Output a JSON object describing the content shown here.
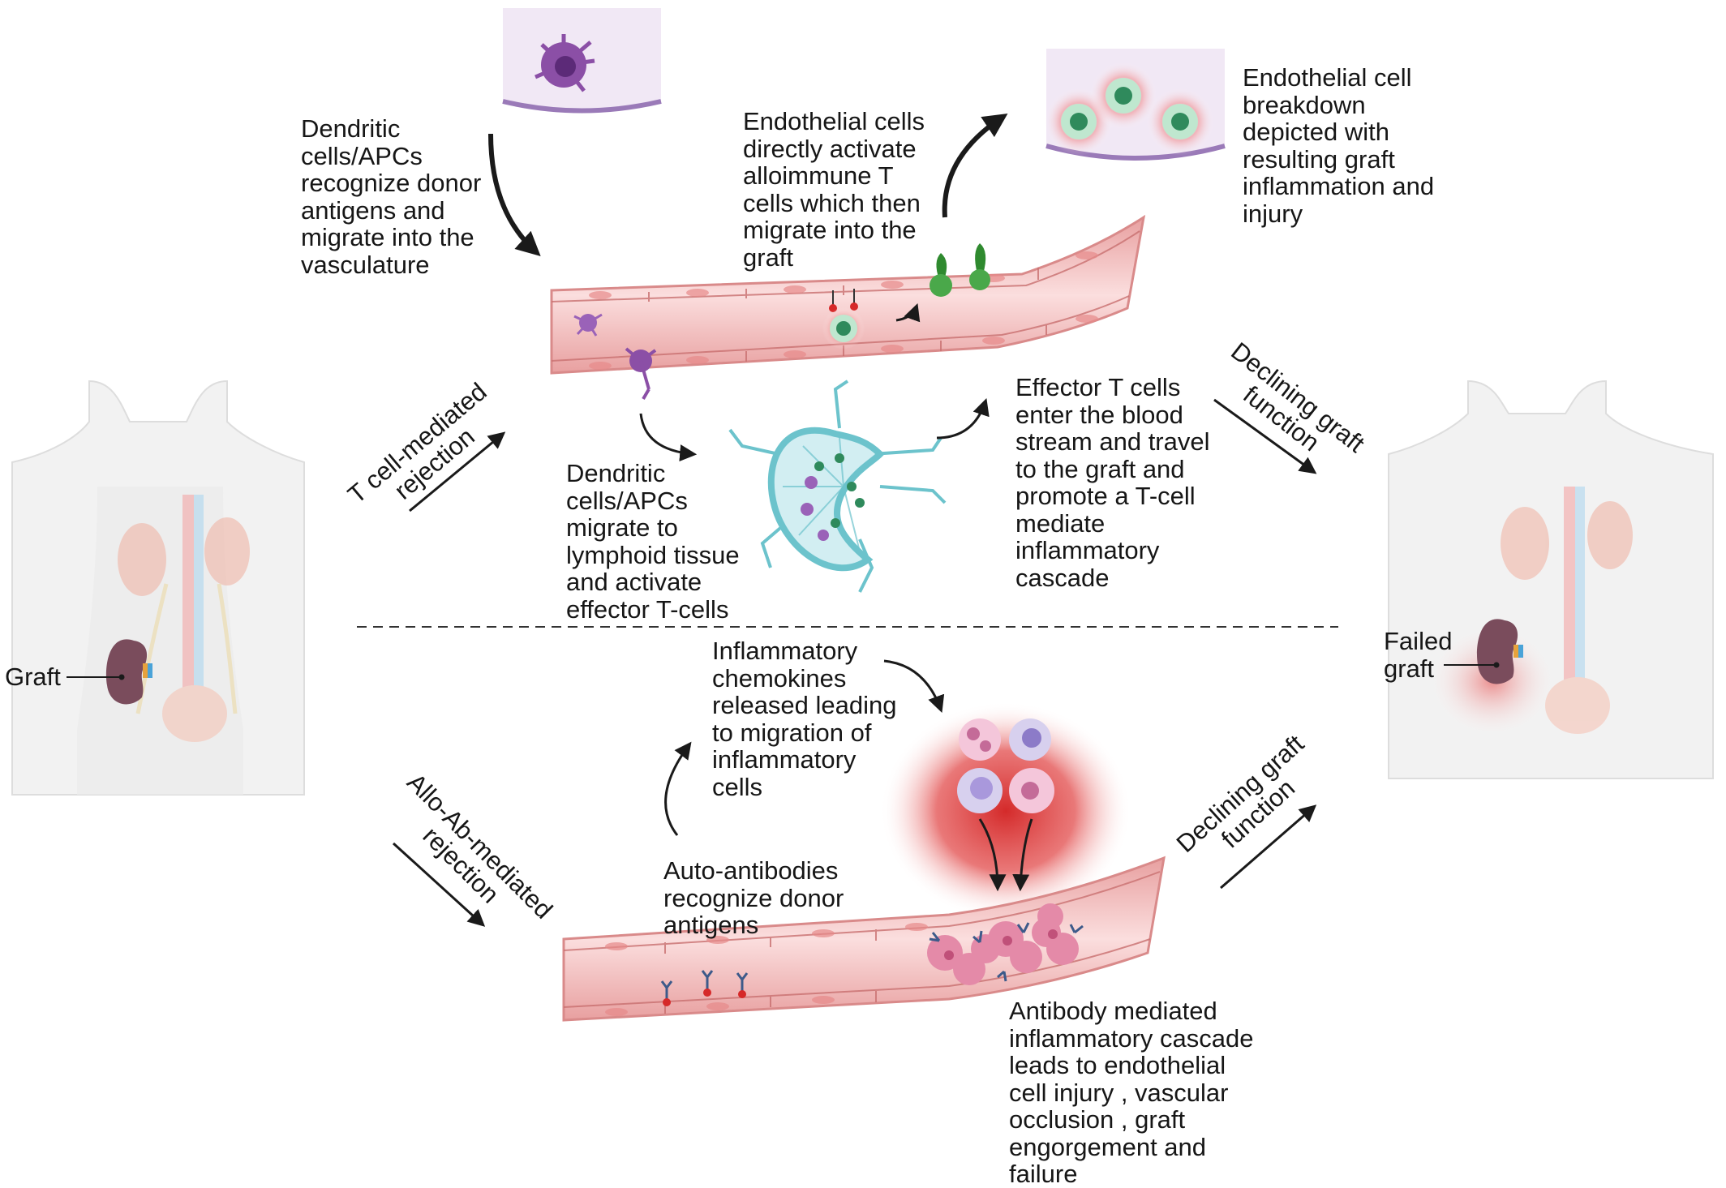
{
  "labels": {
    "dc_recognize": "Dendritic\ncells/APCs\nrecognize donor\nantigens and\nmigrate into the\nvasculature",
    "endo_activate": "Endothelial cells\ndirectly activate\nalloimmune T\ncells which then\nmigrate into the\ngraft",
    "endo_breakdown": "Endothelial cell\nbreakdown\ndepicted with\nresulting graft\ninflammation and\ninjury",
    "dc_migrate": "Dendritic\ncells/APCs\nmigrate to\nlymphoid tissue\nand activate\neffector T-cells",
    "effector": "Effector T cells\nenter the blood\nstream and travel\nto the graft and\npromote a T-cell\nmediate\ninflammatory\ncascade",
    "chemokines": "Inflammatory\nchemokines\nreleased leading\nto migration of\ninflammatory\ncells",
    "auto_ab": "Auto-antibodies\nrecognize donor\nantigens",
    "ab_cascade": "Antibody mediated\ninflammatory cascade\nleads  to endothelial\ncell injury , vascular\nocclusion , graft\nengorgement and\nfailure",
    "graft": "Graft",
    "failed_graft": "Failed\ngraft",
    "tcell_rejection": "T cell-mediated\nrejection",
    "allo_rejection": "Allo-Ab-mediated\nrejection",
    "declining_top": "Declining graft\nfunction",
    "declining_bottom": "Declining graft\nfunction"
  },
  "colors": {
    "vessel_fill": "#f2b8b8",
    "vessel_cell": "#f7cccc",
    "vessel_stroke": "#d98a8a",
    "dendritic": "#8b4fa6",
    "tcell": "#3aa86b",
    "inflammation": "#e03a3a",
    "lymph_node": "#6cc3cc",
    "kidney": "#7a4c5c",
    "arrow": "#1a1a1a"
  }
}
